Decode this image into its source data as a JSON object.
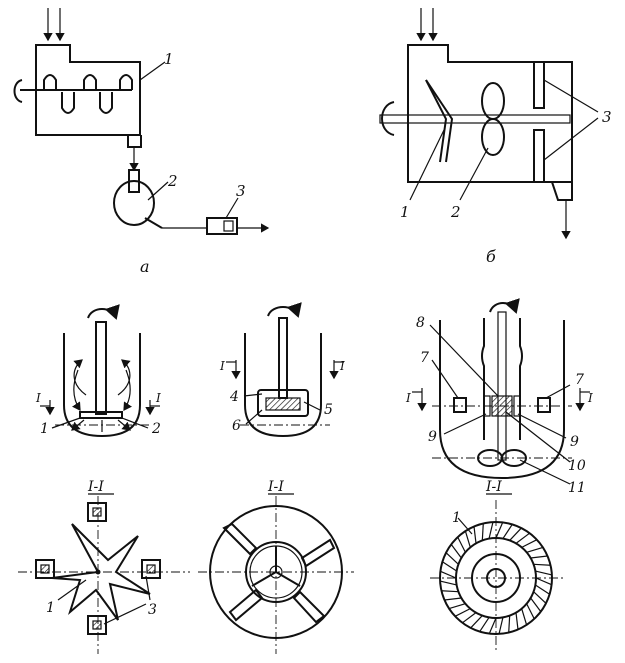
{
  "panel_a": {
    "caption": "а",
    "labels": {
      "vessel": "1",
      "pump": "2",
      "unit": "3"
    }
  },
  "panel_b": {
    "caption": "б",
    "labels": {
      "propeller": "1",
      "impeller": "2",
      "baffles": "3"
    }
  },
  "mixer_1": {
    "section_marks": [
      "I",
      "I"
    ],
    "labels": {
      "rotor": "1",
      "stator": "2"
    }
  },
  "mixer_2": {
    "section_marks": [
      "I",
      "I"
    ],
    "labels": {
      "p4": "4",
      "p5": "5",
      "p6": "6"
    }
  },
  "mixer_3": {
    "section_marks": [
      "I",
      "I"
    ],
    "labels": {
      "p7a": "7",
      "p7b": "7",
      "p8": "8",
      "p9a": "9",
      "p9b": "9",
      "p10": "10",
      "p11": "11"
    }
  },
  "section_views": {
    "title_1": "I-I",
    "title_2": "I-I",
    "title_3": "I-I",
    "labels": {
      "v1_rotor": "1",
      "v1_block": "3",
      "v3_ring": "1"
    }
  }
}
